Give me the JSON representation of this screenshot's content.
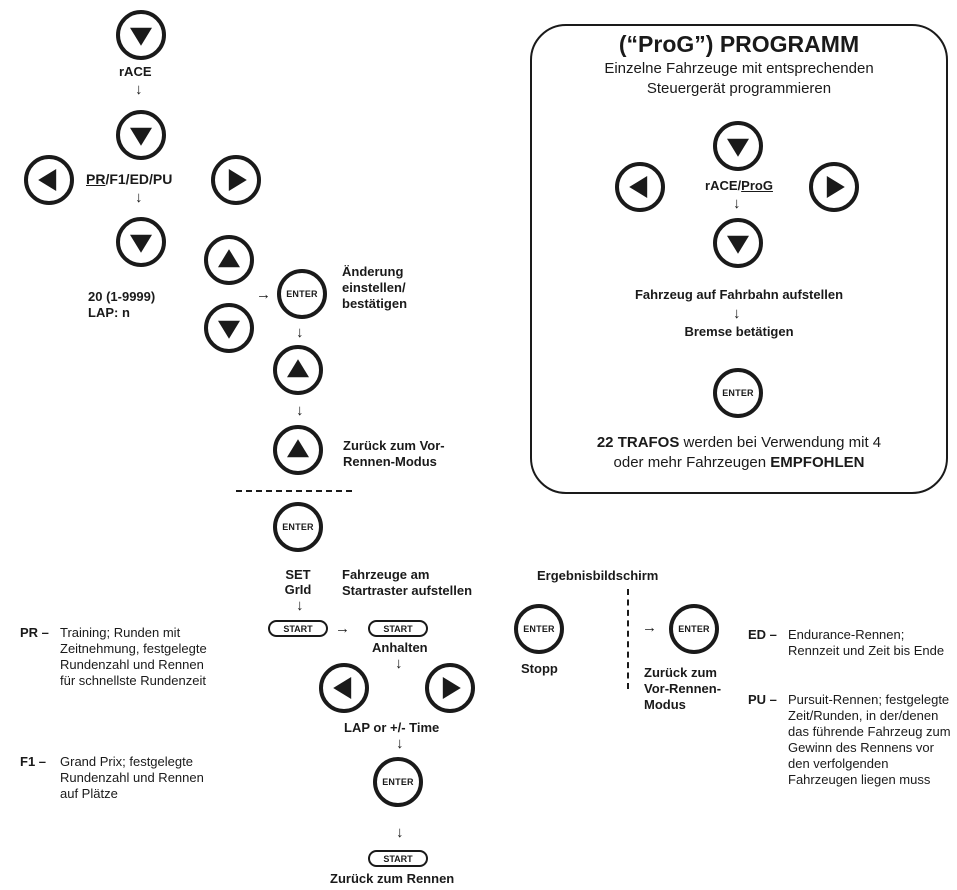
{
  "flow": {
    "race_label": "rACE",
    "mode_label_first": "PR",
    "mode_label_rest": "/F1/ED/PU",
    "laps_line1": "20 (1-9999)",
    "laps_line2": "LAP: n",
    "change_line1": "Änderung",
    "change_line2": "einstellen/",
    "change_line3": "bestätigen",
    "back_line1": "Zurück zum Vor-",
    "back_line2": "Rennen-Modus",
    "set_grid_line1": "SET",
    "set_grid_line2": "GrId",
    "cars_grid_line1": "Fahrzeuge am",
    "cars_grid_line2": "Startraster aufstellen",
    "halt_label": "Anhalten",
    "lap_time_label": "LAP or +/- Time",
    "back_race_label": "Zurück zum Rennen",
    "results_label": "Ergebnisbildschirm",
    "stop_label": "Stopp",
    "back_prerace_line1": "Zurück zum",
    "back_prerace_line2": "Vor-Rennen-",
    "back_prerace_line3": "Modus"
  },
  "buttons": {
    "enter_label": "ENTER",
    "start_label": "START"
  },
  "prog_box": {
    "title": "(“ProG”) PROGRAMM",
    "subtitle_line1": "Einzelne Fahrzeuge mit entsprechenden",
    "subtitle_line2": "Steuergerät programmieren",
    "select_prefix": "rACE/",
    "select_underlined": "ProG",
    "place_car": "Fahrzeug auf Fahrbahn aufstellen",
    "brake": "Bremse betätigen",
    "note_bold1": "22 TRAFOS",
    "note_text1": " werden bei Verwendung mit 4",
    "note_text2": "oder mehr Fahrzeugen ",
    "note_bold2": "EMPFOHLEN"
  },
  "legend_left": [
    {
      "key": "PR –",
      "desc": "Training; Runden mit Zeitnehmung, festgelegte Rundenzahl und Rennen für schnellste Rundenzeit"
    },
    {
      "key": "F1 –",
      "desc": "Grand Prix; festgelegte Rundenzahl und Rennen auf Plätze"
    }
  ],
  "legend_right": [
    {
      "key": "ED –",
      "desc": "Endurance-Rennen; Rennzeit und Zeit bis Ende"
    },
    {
      "key": "PU –",
      "desc": "Pursuit-Rennen; festgelegte Zeit/Runden, in der/denen das führende Fahrzeug zum Gewinn des Rennens vor den verfolgenden Fahrzeugen liegen muss"
    }
  ],
  "icons": [
    "down-arrow-button-icon",
    "up-arrow-button-icon",
    "left-arrow-button-icon",
    "right-arrow-button-icon",
    "enter-button-icon",
    "start-button-icon"
  ]
}
